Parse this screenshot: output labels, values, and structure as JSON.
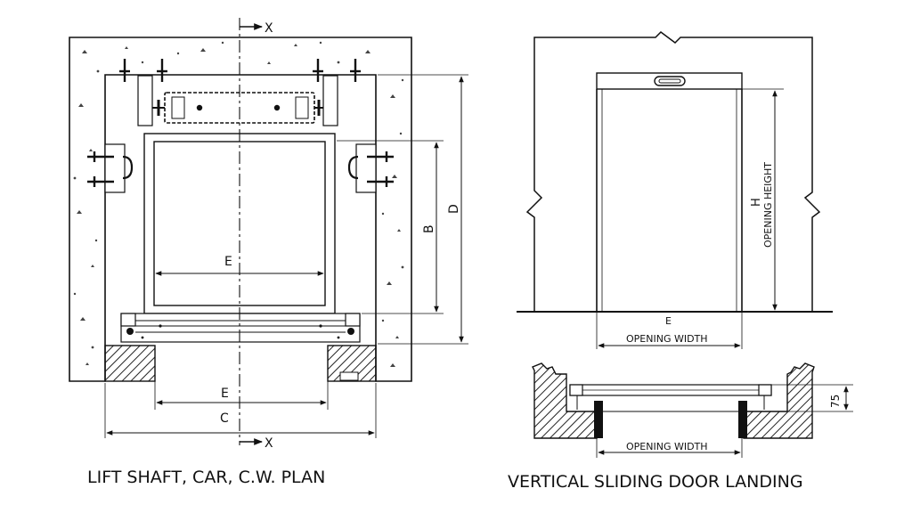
{
  "plan": {
    "caption": "LIFT SHAFT, CAR, C.W. PLAN",
    "section_mark_top": "X",
    "section_mark_bottom": "X",
    "dims": {
      "E_inner": "E",
      "E_outer": "E",
      "C": "C",
      "B": "B",
      "D": "D"
    }
  },
  "door": {
    "caption": "VERTICAL SLIDING DOOR LANDING",
    "elevation": {
      "width_letter": "E",
      "width_label": "OPENING WIDTH",
      "height_letter": "H",
      "height_label": "OPENING HEIGHT"
    },
    "section": {
      "width_label": "OPENING WIDTH",
      "depth_value": "75"
    }
  },
  "colors": {
    "line": "#111111",
    "concrete_fill": "#ffffff",
    "hatch": "#222222"
  }
}
